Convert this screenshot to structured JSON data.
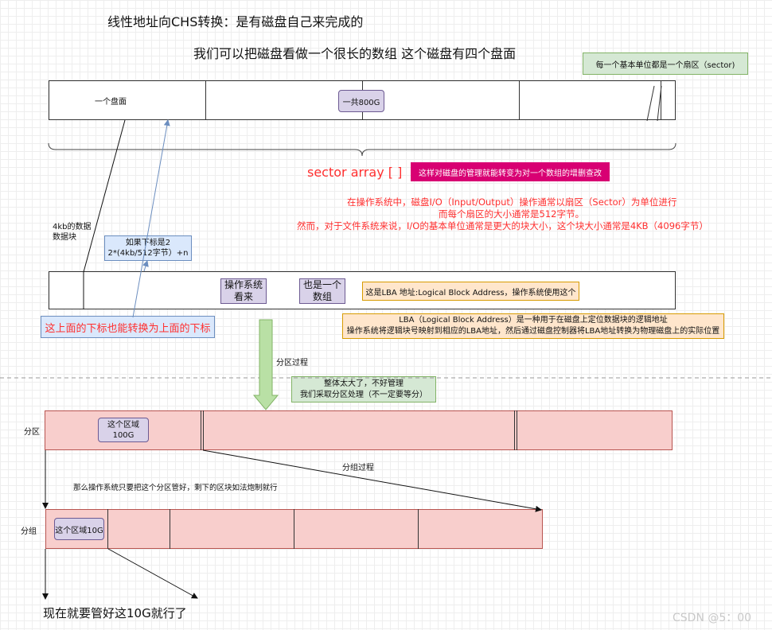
{
  "title1": "线性地址向CHS转换：是有磁盘自己来完成的",
  "title2": "我们可以把磁盘看做一个很长的数组 这个磁盘有四个盘面",
  "sector_note": "每一个基本单位都是一个扇区（sector)",
  "platter_label": "一个盘面",
  "total_label": "一共800G",
  "sector_array": "sector array [ ]",
  "crud_note": "这样对磁盘的管理就能转变为对一个数组的增删查改",
  "red_para": {
    "line1": "在操作系统中，磁盘I/O（Input/Output）操作通常以扇区（Sector）为单位进行",
    "line2": "而每个扇区的大小通常是512字节。",
    "line3": "然而，对于文件系统来说，I/O的基本单位通常是更大的块大小，这个块大小通常是4KB（4096字节）"
  },
  "block_label": "4kb的数据\n数据块",
  "index_note": "如果下标是2\n2*(4kb/512字节）+n",
  "os_view1": "操作系统\n看来",
  "os_view2": "也是一个\n数组",
  "lba_short": "这是LBA 地址:Logical Block Address，操作系统使用这个",
  "lba_long": "LBA（Logical Block Address）是一种用于在磁盘上定位数据块的逻辑地址\n操作系统将逻辑块号映射到相应的LBA地址，然后通过磁盘控制器将LBA地址转换为物理磁盘上的实际位置",
  "convert_note": "这上面的下标也能转换为上面的下标",
  "partition_process": "分区过程",
  "too_big": "整体太大了，不好管理\n我们采取分区处理（不一定要等分）",
  "partition_label": "分区",
  "region100": "这个区域\n100G",
  "grouping_process": "分组过程",
  "manage_note": "那么操作系统只要把这个分区管好，剩下的区块如法炮制就行",
  "group_label": "分组",
  "region10": "这个区域10G",
  "final_text": "现在就要管好这10G就行了",
  "watermark": "CSDN @5：00",
  "colors": {
    "red": "#ff2f2f",
    "magenta": "#d80073",
    "pink_fill": "#f8cecc",
    "purple_fill": "#d9d2e9",
    "green_fill": "#d5e8d4",
    "orange_fill": "#ffe6cc",
    "blue_fill": "#dae8fc"
  }
}
